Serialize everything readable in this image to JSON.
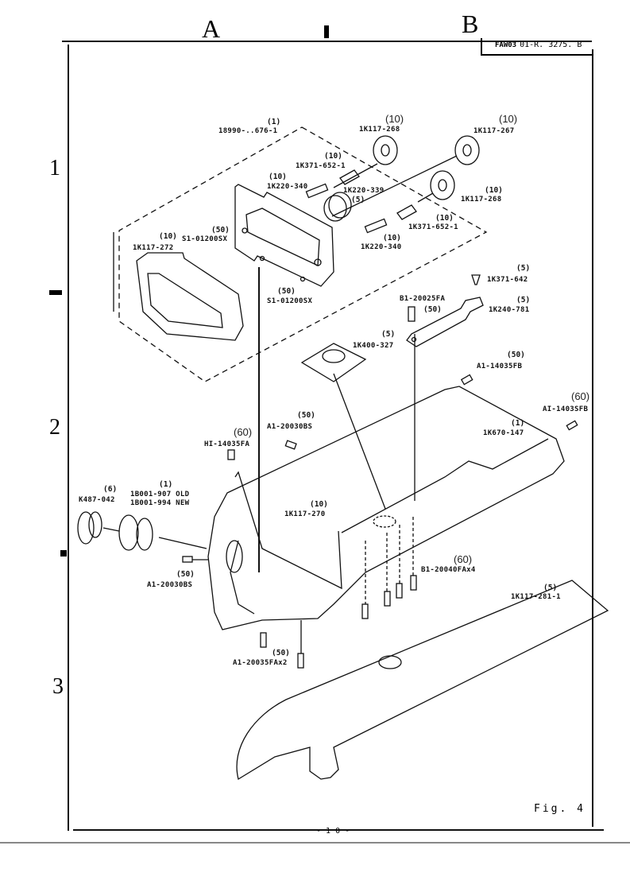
{
  "header": {
    "column_markers": [
      "A",
      "B"
    ],
    "document_id_prefix": "FAW03",
    "document_id": "01-R. 3275. B"
  },
  "row_markers": [
    "1",
    "2",
    "3"
  ],
  "figure_label": "Fig. 4",
  "page_number": "- 1 0 -",
  "parts": [
    {
      "id": "p1",
      "part_no": "18990-..676-1",
      "qty": "(1)"
    },
    {
      "id": "p2",
      "part_no": "1K117-268",
      "qty": "(10)"
    },
    {
      "id": "p3",
      "part_no": "1K117-267",
      "qty": "(10)"
    },
    {
      "id": "p4",
      "part_no": "1K371-652-1",
      "qty": "(10)"
    },
    {
      "id": "p5",
      "part_no": "1K220-340",
      "qty": "(10)"
    },
    {
      "id": "p6",
      "part_no": "1K220-339",
      "qty": "(5)"
    },
    {
      "id": "p7",
      "part_no": "1K117-268",
      "qty": "(10)"
    },
    {
      "id": "p8",
      "part_no": "1K371-652-1",
      "qty": "(10)"
    },
    {
      "id": "p9",
      "part_no": "1K220-340",
      "qty": "(10)"
    },
    {
      "id": "p10",
      "part_no": "S1-01200SX",
      "qty": "(50)"
    },
    {
      "id": "p11",
      "part_no": "1K117-272",
      "qty": "(10)"
    },
    {
      "id": "p12",
      "part_no": "S1-01200SX",
      "qty": "(50)"
    },
    {
      "id": "p13",
      "part_no": "1K371-642",
      "qty": "(5)"
    },
    {
      "id": "p14",
      "part_no": "B1-20025FA",
      "qty": "(50)"
    },
    {
      "id": "p15",
      "part_no": "1K240-781",
      "qty": "(5)"
    },
    {
      "id": "p16",
      "part_no": "1K400-327",
      "qty": "(5)"
    },
    {
      "id": "p17",
      "part_no": "A1-14035FB",
      "qty": "(50)"
    },
    {
      "id": "p18",
      "part_no": "AI-1403SFB",
      "qty": "(60)"
    },
    {
      "id": "p19",
      "part_no": "1K670-147",
      "qty": "(1)"
    },
    {
      "id": "p20",
      "part_no": "A1-20030BS",
      "qty": "(50)"
    },
    {
      "id": "p21",
      "part_no": "HI-14035FA",
      "qty": "(60)"
    },
    {
      "id": "p22",
      "part_no": "K487-042",
      "qty": "(6)"
    },
    {
      "id": "p23",
      "part_no": "1B001-907 OLD",
      "qty": "(1)"
    },
    {
      "id": "p24",
      "part_no": "1B001-994 NEW",
      "qty": ""
    },
    {
      "id": "p25",
      "part_no": "1K117-270",
      "qty": "(10)"
    },
    {
      "id": "p26",
      "part_no": "A1-20030BS",
      "qty": "(50)"
    },
    {
      "id": "p27",
      "part_no": "B1-20040FAx4",
      "qty": "(60)"
    },
    {
      "id": "p28",
      "part_no": "1K117-281-1",
      "qty": "(5)"
    },
    {
      "id": "p29",
      "part_no": "A1-20035FAx2",
      "qty": "(50)"
    }
  ]
}
